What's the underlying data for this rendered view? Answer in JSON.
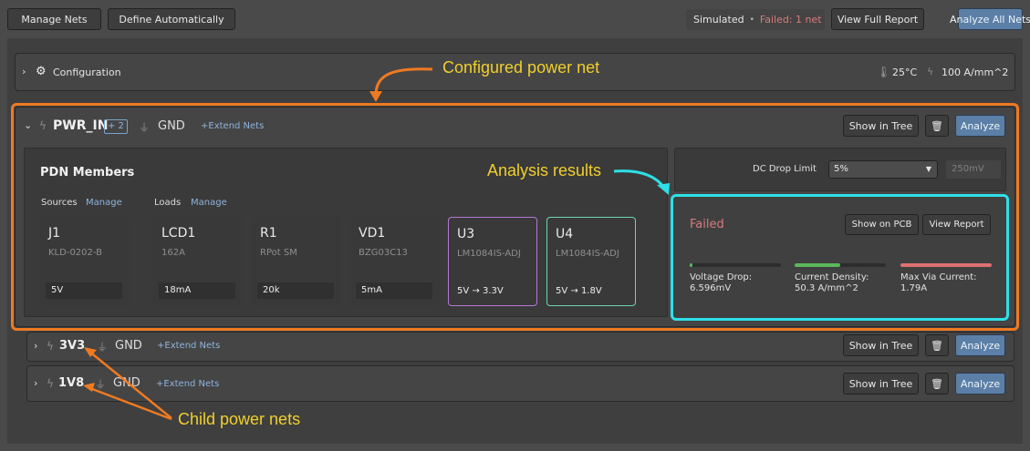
{
  "toolbar": {
    "manage_nets": "Manage Nets",
    "define_automatically": "Define Automatically",
    "status_simulated": "Simulated",
    "status_separator": "•",
    "status_failed": "Failed: 1 net",
    "view_full_report": "View Full Report",
    "analyze_all_nets": "Analyze All Nets"
  },
  "configuration": {
    "label": "Configuration",
    "temperature": "25°C",
    "current_density_limit": "100 A/mm^2"
  },
  "power_nets": [
    {
      "name": "PWR_IN",
      "child_count_badge": "+ 2",
      "ground": "GND",
      "extend_label": "+Extend Nets",
      "expanded": true,
      "show_in_tree": "Show in Tree",
      "analyze": "Analyze"
    },
    {
      "name": "3V3",
      "ground": "GND",
      "extend_label": "+Extend Nets",
      "expanded": false,
      "show_in_tree": "Show in Tree",
      "analyze": "Analyze"
    },
    {
      "name": "1V8",
      "ground": "GND",
      "extend_label": "+Extend Nets",
      "expanded": false,
      "show_in_tree": "Show in Tree",
      "analyze": "Analyze"
    }
  ],
  "pdn": {
    "title": "PDN Members",
    "sources_label": "Sources",
    "loads_label": "Loads",
    "manage_label": "Manage",
    "members": [
      {
        "designator": "J1",
        "part": "KLD-0202-B",
        "value": "5V",
        "kind": "source"
      },
      {
        "designator": "LCD1",
        "part": "162A",
        "value": "18mA",
        "kind": "load"
      },
      {
        "designator": "R1",
        "part": "RPot SM",
        "value": "20k",
        "kind": "load"
      },
      {
        "designator": "VD1",
        "part": "BZG03C13",
        "value": "5mA",
        "kind": "load"
      },
      {
        "designator": "U3",
        "part": "LM1084IS-ADJ",
        "value": "5V → 3.3V",
        "kind": "regulator"
      },
      {
        "designator": "U4",
        "part": "LM1084IS-ADJ",
        "value": "5V → 1.8V",
        "kind": "regulator"
      }
    ]
  },
  "dc_drop": {
    "label": "DC Drop Limit",
    "selected": "5%",
    "computed_value": "250mV"
  },
  "results": {
    "status": "Failed",
    "show_on_pcb": "Show on PCB",
    "view_report": "View Report",
    "metrics": [
      {
        "label": "Voltage Drop:",
        "value": "6.596mV",
        "fill_percent": 3,
        "color": "#5cb85c"
      },
      {
        "label": "Current Density:",
        "value": "50.3 A/mm^2",
        "fill_percent": 50,
        "color": "#5cb85c"
      },
      {
        "label": "Max Via Current:",
        "value": "1.79A",
        "fill_percent": 100,
        "color": "#e07070"
      }
    ]
  },
  "annotations": {
    "configured_power_net": "Configured power net",
    "analysis_results": "Analysis results",
    "child_power_nets": "Child power nets"
  },
  "colors": {
    "accent_orange": "#ee7a22",
    "accent_cyan": "#2ee0e8",
    "annotation_yellow": "#f1cf2c",
    "failed_red": "#d77b7b",
    "primary_button": "#5b7fa6",
    "regulator_u3": "#b476d4",
    "regulator_u4": "#6fd6b0"
  }
}
